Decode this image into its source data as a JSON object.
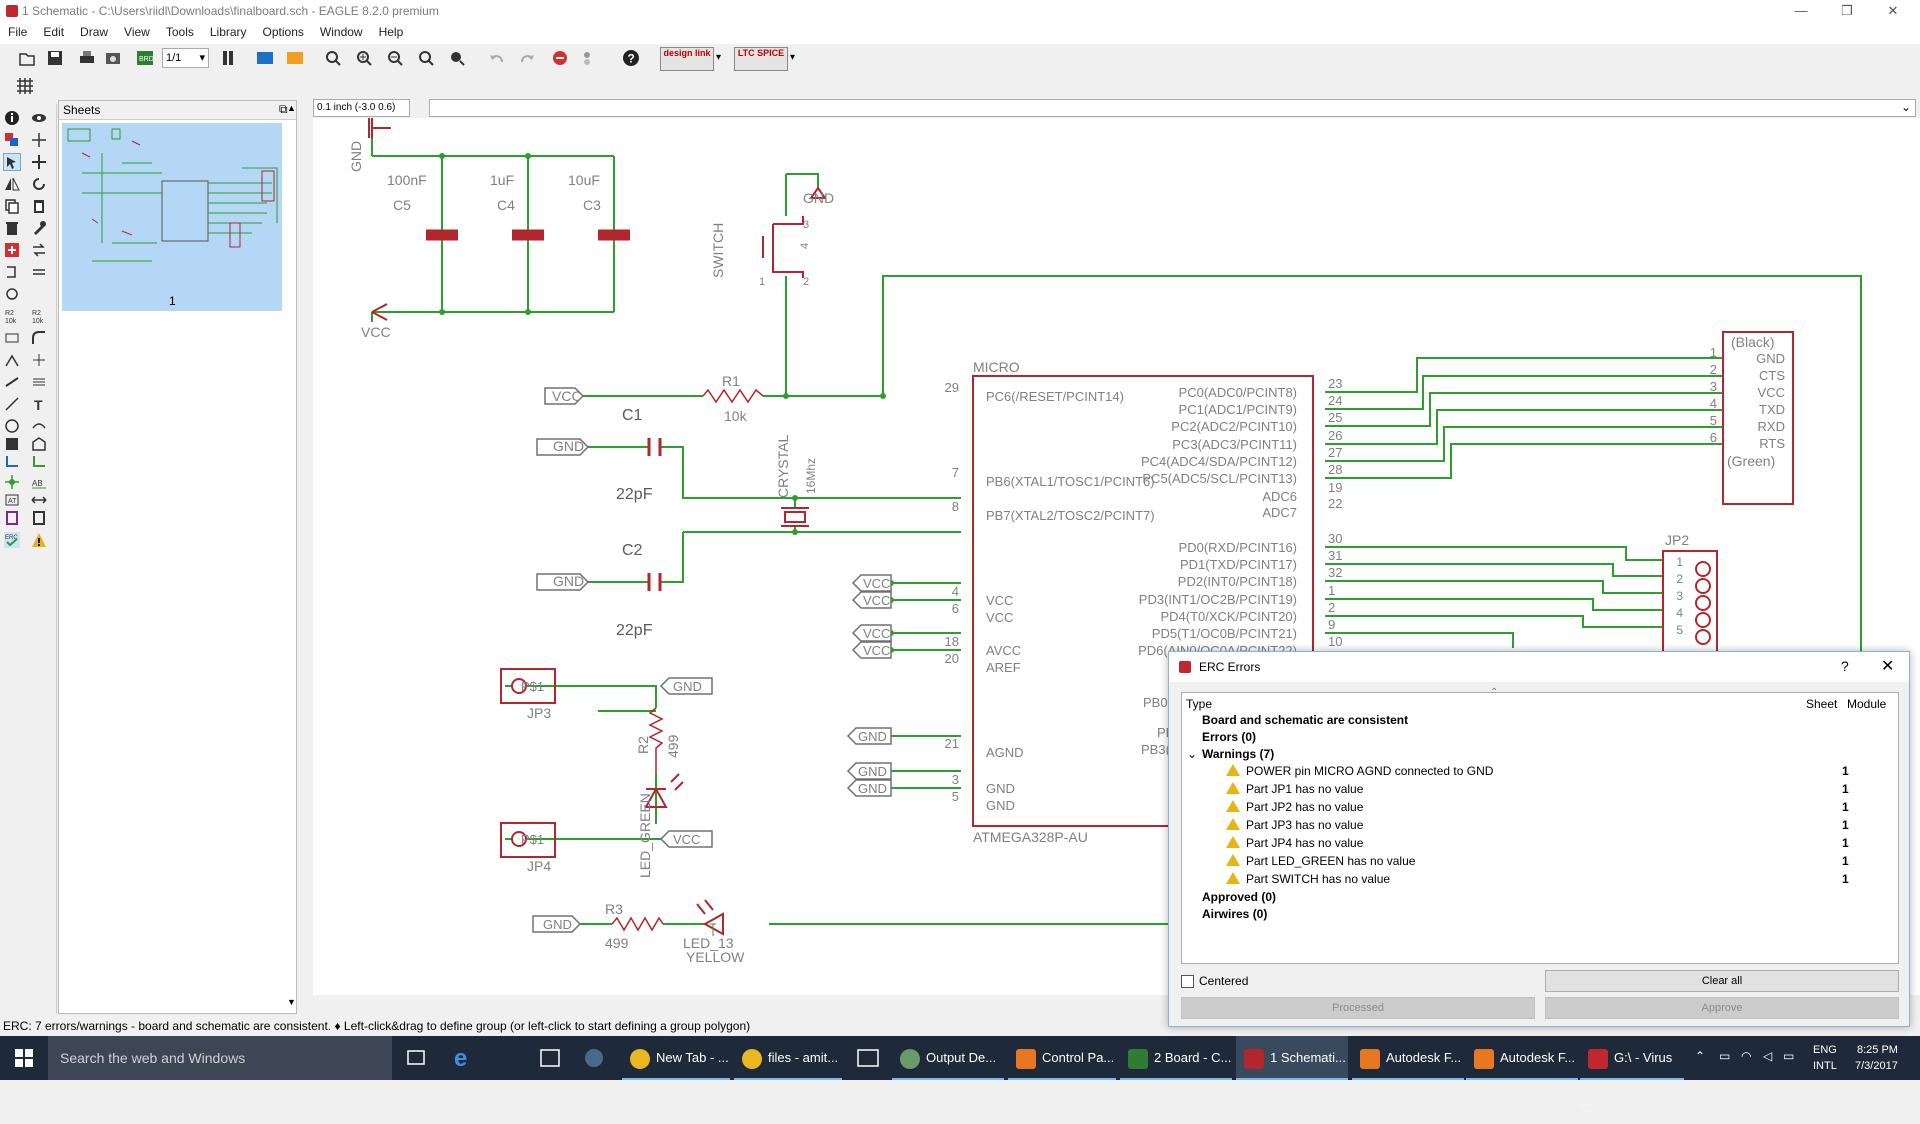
{
  "window": {
    "title": "1 Schematic - C:\\Users\\riidl\\Downloads\\finalboard.sch - EAGLE 8.2.0 premium",
    "minimize": "—",
    "maximize": "❐",
    "close": "✕"
  },
  "menu": [
    "File",
    "Edit",
    "Draw",
    "View",
    "Tools",
    "Library",
    "Options",
    "Window",
    "Help"
  ],
  "toolbar": {
    "sheet_combo": "1/1",
    "designlink": "design link",
    "ltspice": "LTC SPICE"
  },
  "sheets": {
    "title": "Sheets",
    "page_number": "1"
  },
  "coord": {
    "value": "0.1 inch (-3.0 0.6)"
  },
  "schematic": {
    "caps": [
      {
        "value": "100nF",
        "name": "C5"
      },
      {
        "value": "1uF",
        "name": "C4"
      },
      {
        "value": "10uF",
        "name": "C3"
      }
    ],
    "labels": {
      "gnd": "GND",
      "vcc": "VCC",
      "switch": "SWITCH",
      "r1": "R1",
      "r1_val": "10k",
      "c1": "C1",
      "c2": "C2",
      "c1_val": "22pF",
      "c2_val": "22pF",
      "crystal": "CRYSTAL",
      "crystal_val": "16Mhz",
      "micro": "MICRO",
      "micro_part": "ATMEGA328P-AU",
      "r2": "R2",
      "r2_val": "499",
      "r3": "R3",
      "r3_val": "499",
      "led_green": "LED_GREEN",
      "led13": "LED_13",
      "yellow": "YELLOW",
      "jp3": "JP3",
      "jp4": "JP4",
      "jp2": "JP2",
      "ps1": "P$1",
      "black": "(Black)",
      "green": "(Green)"
    },
    "left_pins": [
      {
        "num": "29",
        "name": "PC6(/RESET/PCINT14)"
      },
      {
        "num": "7",
        "name": "PB6(XTAL1/TOSC1/PCINT6)"
      },
      {
        "num": "8",
        "name": "PB7(XTAL2/TOSC2/PCINT7)"
      },
      {
        "num": "4",
        "name": "VCC"
      },
      {
        "num": "6",
        "name": "VCC"
      },
      {
        "num": "18",
        "name": "AVCC"
      },
      {
        "num": "20",
        "name": "AREF"
      },
      {
        "num": "21",
        "name": "AGND"
      },
      {
        "num": "3",
        "name": "GND"
      },
      {
        "num": "5",
        "name": "GND"
      }
    ],
    "right_pins": [
      {
        "num": "23",
        "name": "PC0(ADC0/PCINT8)"
      },
      {
        "num": "24",
        "name": "PC1(ADC1/PCINT9)"
      },
      {
        "num": "25",
        "name": "PC2(ADC2/PCINT10)"
      },
      {
        "num": "26",
        "name": "PC3(ADC3/PCINT11)"
      },
      {
        "num": "27",
        "name": "PC4(ADC4/SDA/PCINT12)"
      },
      {
        "num": "28",
        "name": "PC5(ADC5/SCL/PCINT13)"
      },
      {
        "num": "19",
        "name": "ADC6"
      },
      {
        "num": "22",
        "name": "ADC7"
      },
      {
        "num": "30",
        "name": "PD0(RXD/PCINT16)"
      },
      {
        "num": "31",
        "name": "PD1(TXD/PCINT17)"
      },
      {
        "num": "32",
        "name": "PD2(INT0/PCINT18)"
      },
      {
        "num": "1",
        "name": "PD3(INT1/OC2B/PCINT19)"
      },
      {
        "num": "2",
        "name": "PD4(T0/XCK/PCINT20)"
      },
      {
        "num": "9",
        "name": "PD5(T1/OC0B/PCINT21)"
      },
      {
        "num": "10",
        "name": "PD6(AIN0/OC0A/PCINT22)"
      }
    ],
    "right_extra": [
      "PB0",
      "PB",
      "PB3("
    ],
    "ftdi": {
      "nums": [
        "1",
        "2",
        "3",
        "4",
        "5",
        "6"
      ],
      "names": [
        "GND",
        "CTS",
        "VCC",
        "TXD",
        "RXD",
        "RTS"
      ]
    },
    "jp2_nums": [
      "1",
      "2",
      "3",
      "4",
      "5"
    ]
  },
  "status": "ERC: 7 errors/warnings - board and schematic are consistent.  ♦ Left-click&drag to define group (or left-click to start defining a group polygon)",
  "erc": {
    "title": "ERC Errors",
    "help": "?",
    "close": "✕",
    "columns": {
      "type": "Type",
      "sheet": "Sheet",
      "module": "Module"
    },
    "consistent": "Board and schematic are consistent",
    "errors": "Errors (0)",
    "warnings": "Warnings (7)",
    "warning_items": [
      {
        "text": "POWER pin MICRO AGND connected to GND",
        "sheet": "1"
      },
      {
        "text": "Part JP1 has no value",
        "sheet": "1"
      },
      {
        "text": "Part JP2 has no value",
        "sheet": "1"
      },
      {
        "text": "Part JP3 has no value",
        "sheet": "1"
      },
      {
        "text": "Part JP4 has no value",
        "sheet": "1"
      },
      {
        "text": "Part LED_GREEN has no value",
        "sheet": "1"
      },
      {
        "text": "Part SWITCH has no value",
        "sheet": "1"
      }
    ],
    "approved": "Approved (0)",
    "airwires": "Airwires (0)",
    "centered": "Centered",
    "clear_all": "Clear all",
    "processed": "Processed",
    "approve": "Approve"
  },
  "taskbar": {
    "search": "Search the web and Windows",
    "tasks": [
      "New Tab - ...",
      "files - amit...",
      "Output De...",
      "Control Pa...",
      "2 Board - C...",
      "1 Schemati...",
      "Autodesk F...",
      "Autodesk F...",
      "G:\\ - Virus ..."
    ],
    "lang1": "ENG",
    "lang2": "INTL",
    "time": "8:25 PM",
    "date": "7/3/2017"
  },
  "colors": {
    "wire": "#2e9e2e",
    "part": "#b2262e",
    "text": "#808080",
    "accent": "#0078d7"
  }
}
